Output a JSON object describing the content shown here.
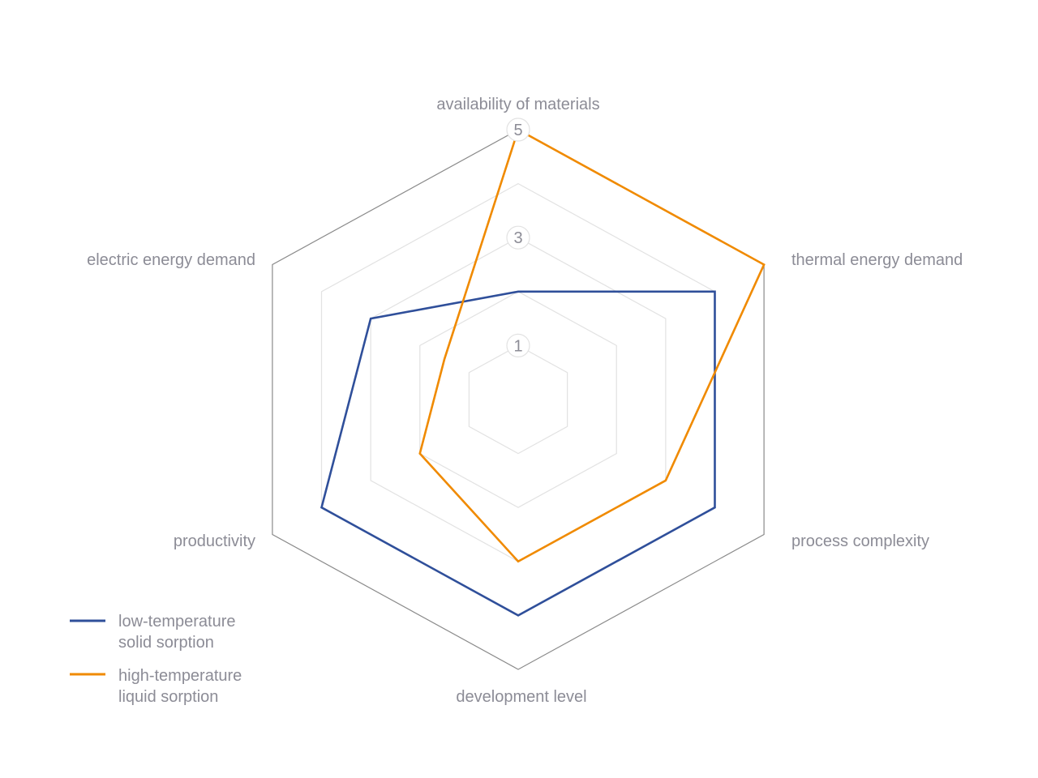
{
  "chart_data": {
    "type": "radar",
    "title": "",
    "axes": [
      "availability of materials",
      "thermal energy demand",
      "process complexity",
      "development level",
      "productivity",
      "electric energy demand"
    ],
    "range": [
      0,
      5
    ],
    "rings": [
      1,
      2,
      3,
      4,
      5
    ],
    "tick_labels": [
      "1",
      "3",
      "5"
    ],
    "tick_values": [
      1,
      3,
      5
    ],
    "series": [
      {
        "name": "low-temperature solid sorption",
        "legend_lines": [
          "low-temperature",
          "solid sorption"
        ],
        "color": "#2f4f9a",
        "values": [
          2,
          4,
          4,
          4,
          4,
          3
        ]
      },
      {
        "name": "high-temperature liquid sorption",
        "legend_lines": [
          "high-temperature",
          "liquid sorption"
        ],
        "color": "#f08a00",
        "values": [
          5,
          5,
          3,
          3,
          2,
          1.5
        ]
      }
    ],
    "legend_position": "bottom-left",
    "grid": true
  }
}
